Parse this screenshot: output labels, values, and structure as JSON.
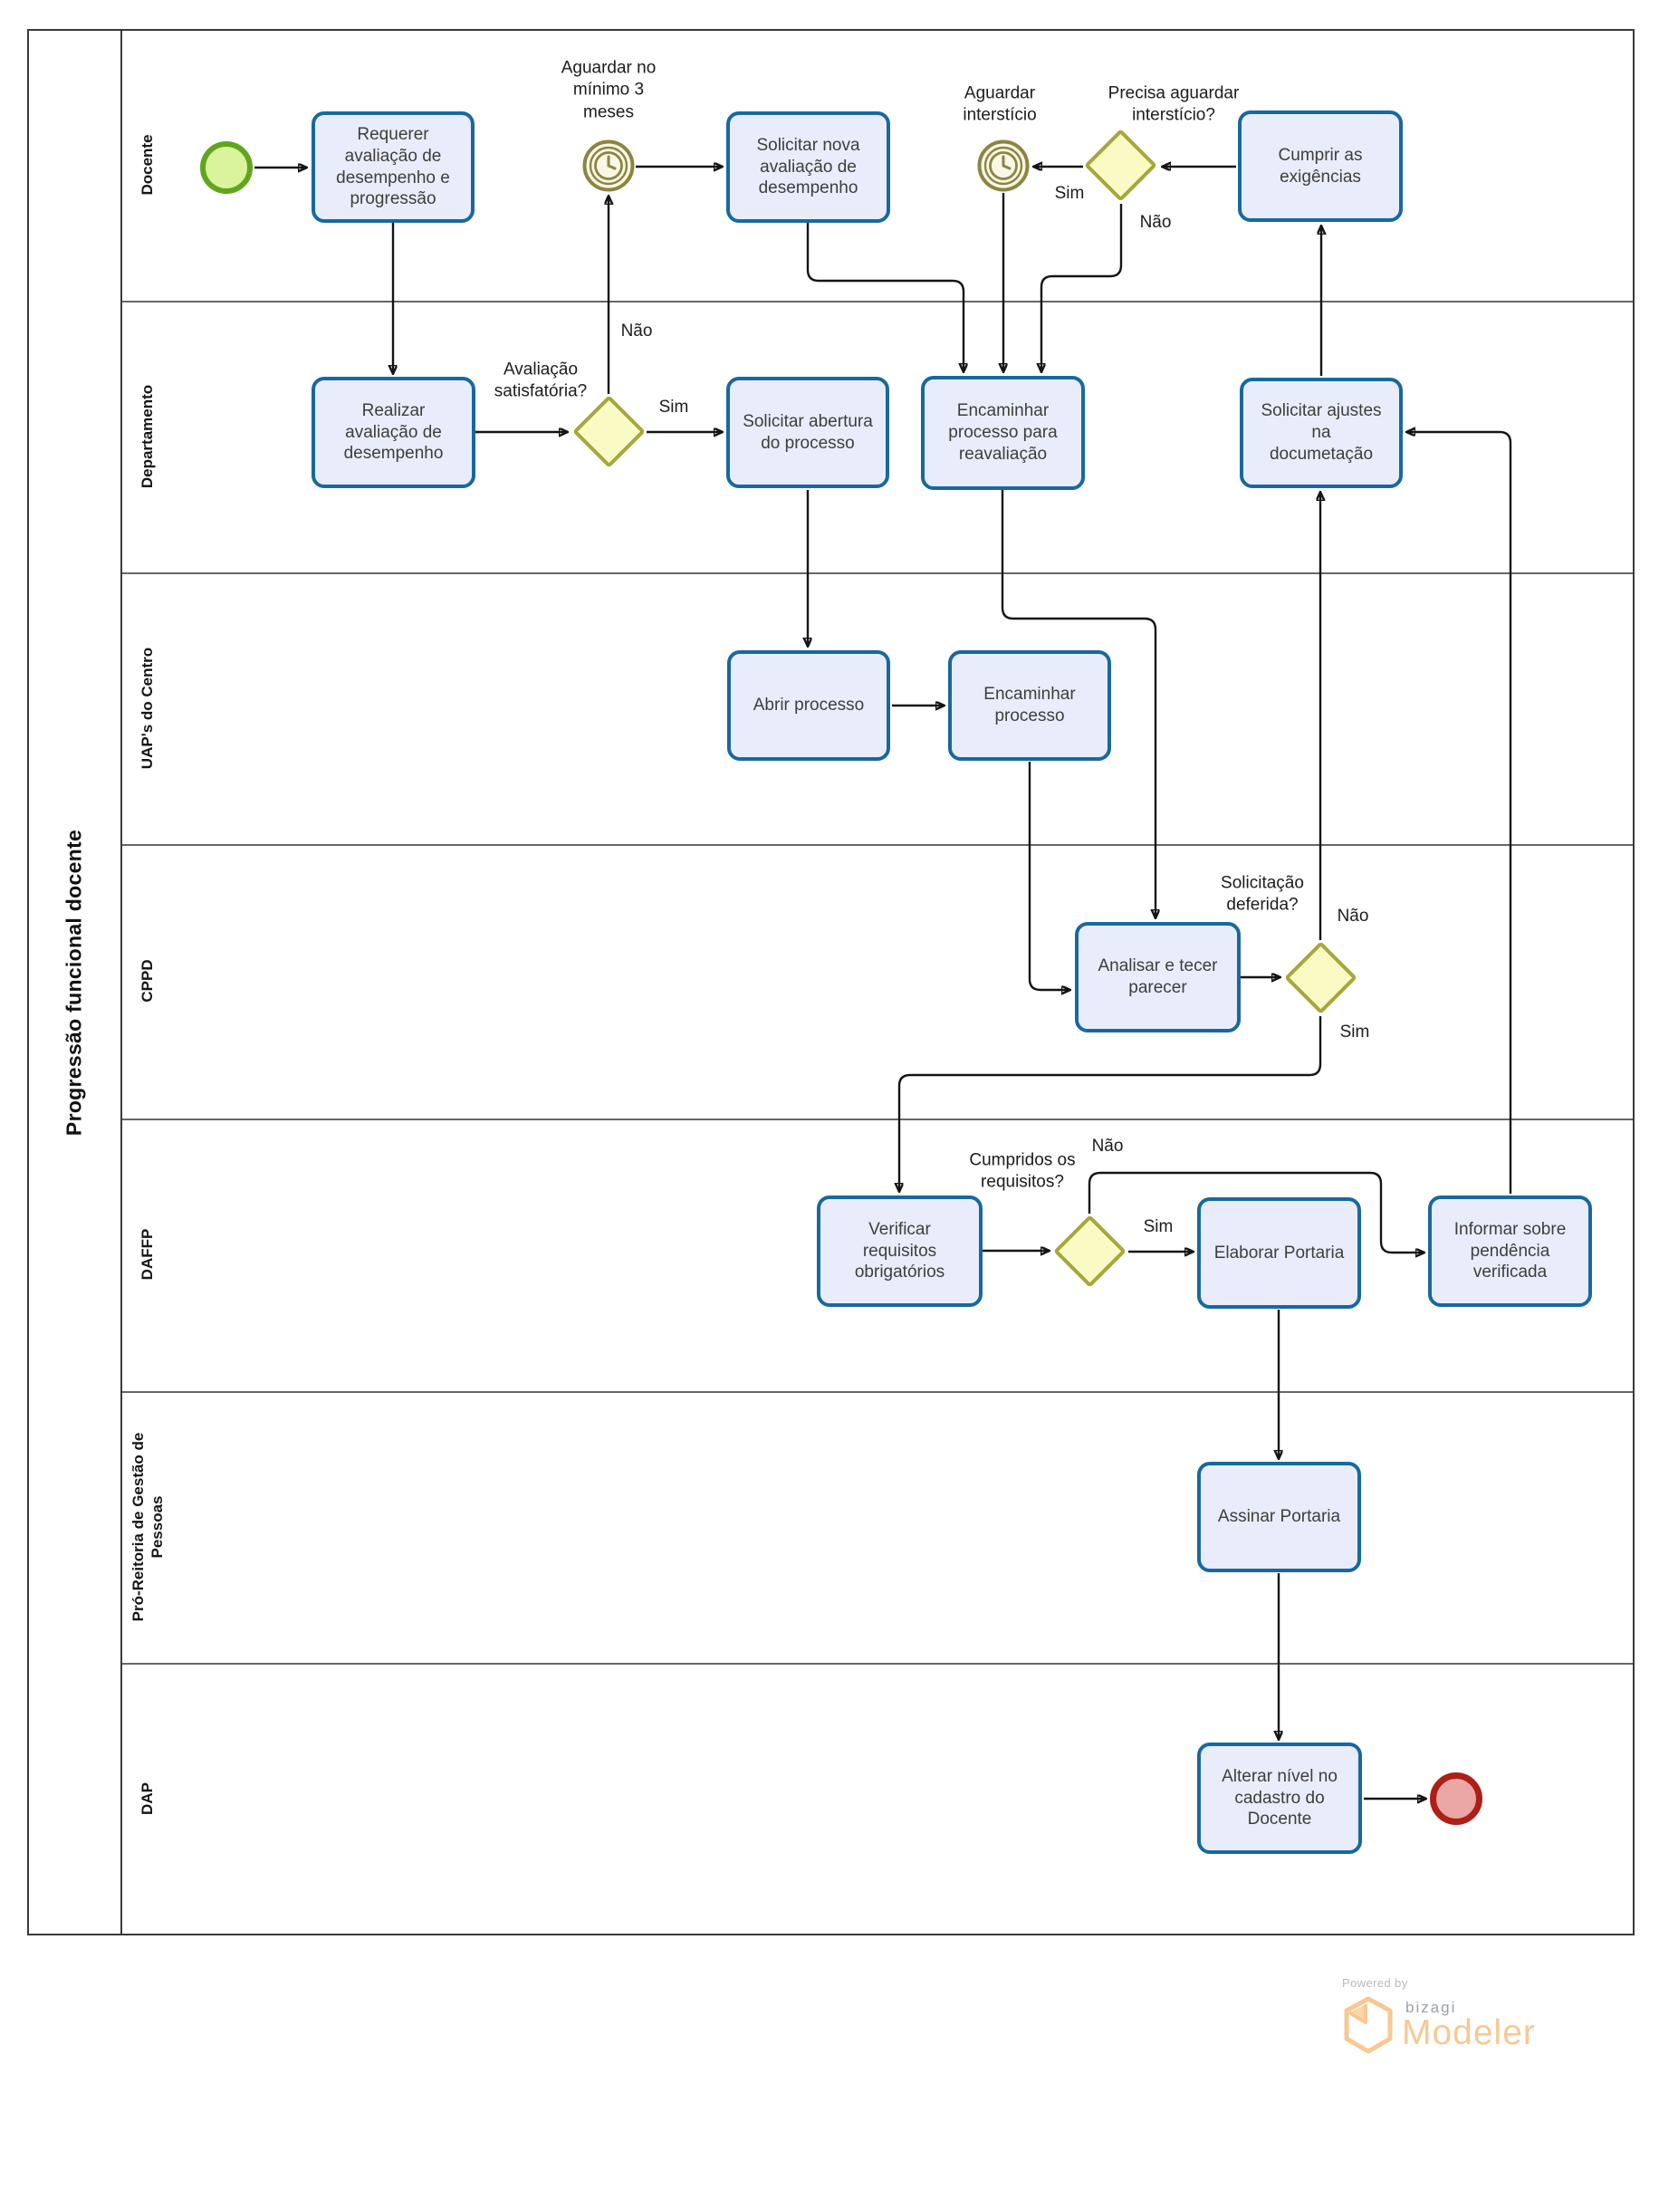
{
  "pool": {
    "title": "Progressão funcional docente"
  },
  "lanes": [
    {
      "label": "Docente"
    },
    {
      "label": "Departamento"
    },
    {
      "label": "UAP's do Centro"
    },
    {
      "label": "CPPD"
    },
    {
      "label": "DAFFP"
    },
    {
      "label": "Pró-Reitoria de Gestão de Pessoas"
    },
    {
      "label": "DAP"
    }
  ],
  "nodes": {
    "start": {
      "type": "start-event"
    },
    "task_requerer": {
      "label": "Requerer avaliação de desempenho e progressão"
    },
    "timer_3meses": {
      "label": "Aguardar no mínimo 3 meses"
    },
    "task_solicitar_nova": {
      "label": "Solicitar nova avaliação de desempenho"
    },
    "timer_intersticio": {
      "label": "Aguardar interstício"
    },
    "gw_precisa_aguardar": {
      "label": "Precisa aguardar interstício?"
    },
    "task_cumprir": {
      "label": "Cumprir as exigências"
    },
    "task_realizar": {
      "label": "Realizar avaliação de desempenho"
    },
    "gw_avaliacao": {
      "label": "Avaliação satisfatória?"
    },
    "task_solicitar_abertura": {
      "label": "Solicitar abertura do processo"
    },
    "task_encaminhar_reavaliacao": {
      "label": "Encaminhar processo para reavaliação"
    },
    "task_solicitar_ajustes": {
      "label": "Solicitar ajustes na documetação"
    },
    "task_abrir_processo": {
      "label": "Abrir processo"
    },
    "task_encaminhar_processo": {
      "label": "Encaminhar processo"
    },
    "task_analisar": {
      "label": "Analisar e tecer parecer"
    },
    "gw_solicitacao_deferida": {
      "label": "Solicitação deferida?"
    },
    "task_verificar": {
      "label": "Verificar requisitos obrigatórios"
    },
    "gw_cumpridos": {
      "label": "Cumpridos os requisitos?"
    },
    "task_elaborar": {
      "label": "Elaborar Portaria"
    },
    "task_informar": {
      "label": "Informar sobre pendência verificada"
    },
    "task_assinar": {
      "label": "Assinar Portaria"
    },
    "task_alterar": {
      "label": "Alterar nível no cadastro do Docente"
    },
    "end": {
      "type": "end-event"
    }
  },
  "edge_labels": {
    "sim": "Sim",
    "nao": "Não"
  },
  "footer": {
    "powered_by": "Powered by",
    "brand": "bizagi",
    "product": "Modeler"
  },
  "colors": {
    "task_fill": "#e9edfb",
    "task_border": "#17699f",
    "gateway_fill": "#fafac5",
    "gateway_border": "#a5a83a",
    "timer_ring": "#8a8540",
    "timer_fill": "#fbf7e6",
    "start_fill": "#d9f49c",
    "start_border": "#61a51e",
    "end_fill": "#eba6a6",
    "end_border": "#ad1f17",
    "brand_orange": "#f8c894",
    "lane_line": "#666666",
    "pool_border": "#3a3a3a"
  }
}
